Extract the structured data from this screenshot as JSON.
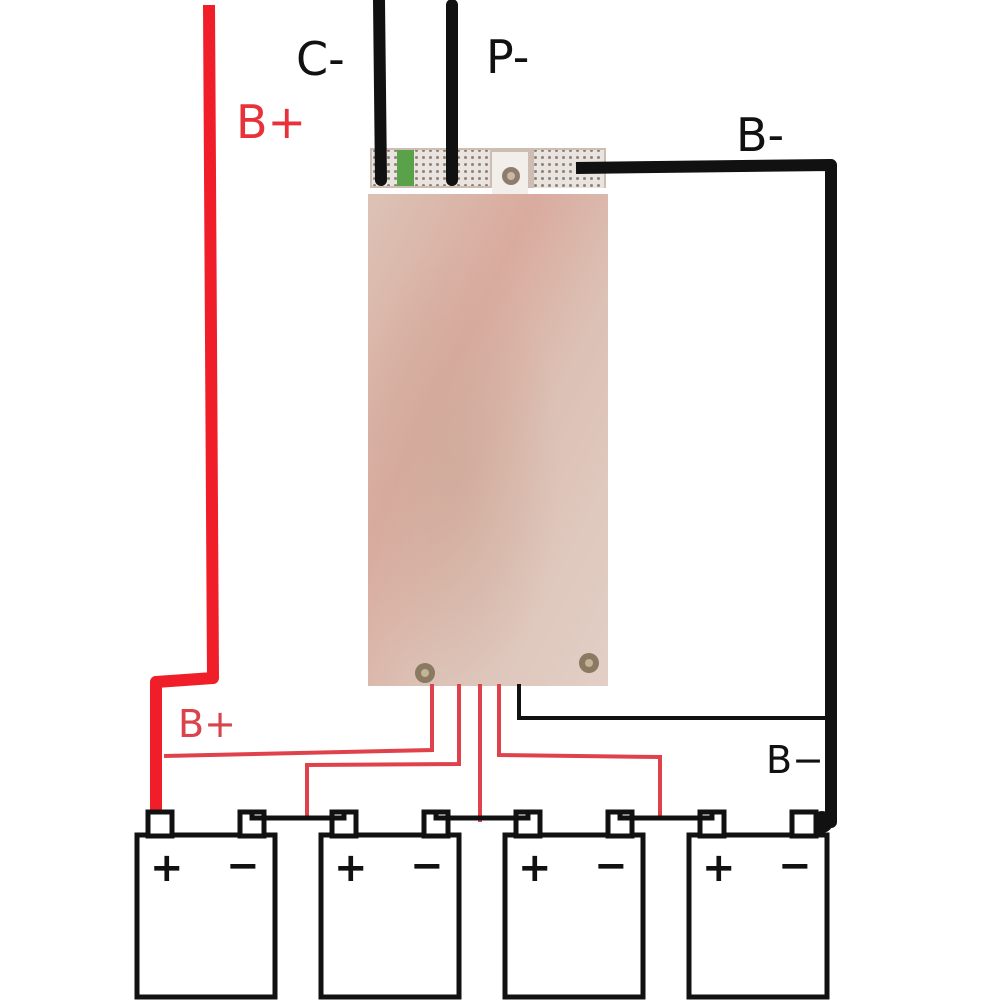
{
  "labels": {
    "c_minus": "C-",
    "p_minus": "P-",
    "b_plus_top": "B+",
    "b_minus_top": "B-",
    "b_plus_bottom": "B+",
    "b_minus_bottom": "B−"
  },
  "cells": [
    {
      "plus": "+",
      "minus": "−"
    },
    {
      "plus": "+",
      "minus": "−"
    },
    {
      "plus": "+",
      "minus": "−"
    },
    {
      "plus": "+",
      "minus": "−"
    }
  ],
  "colors": {
    "main_positive_wire": "#f01e28",
    "balance_wire": "#e0424b",
    "negative_wire": "#111111",
    "board": "#d9b3a4",
    "board_header": "#c8a795"
  }
}
